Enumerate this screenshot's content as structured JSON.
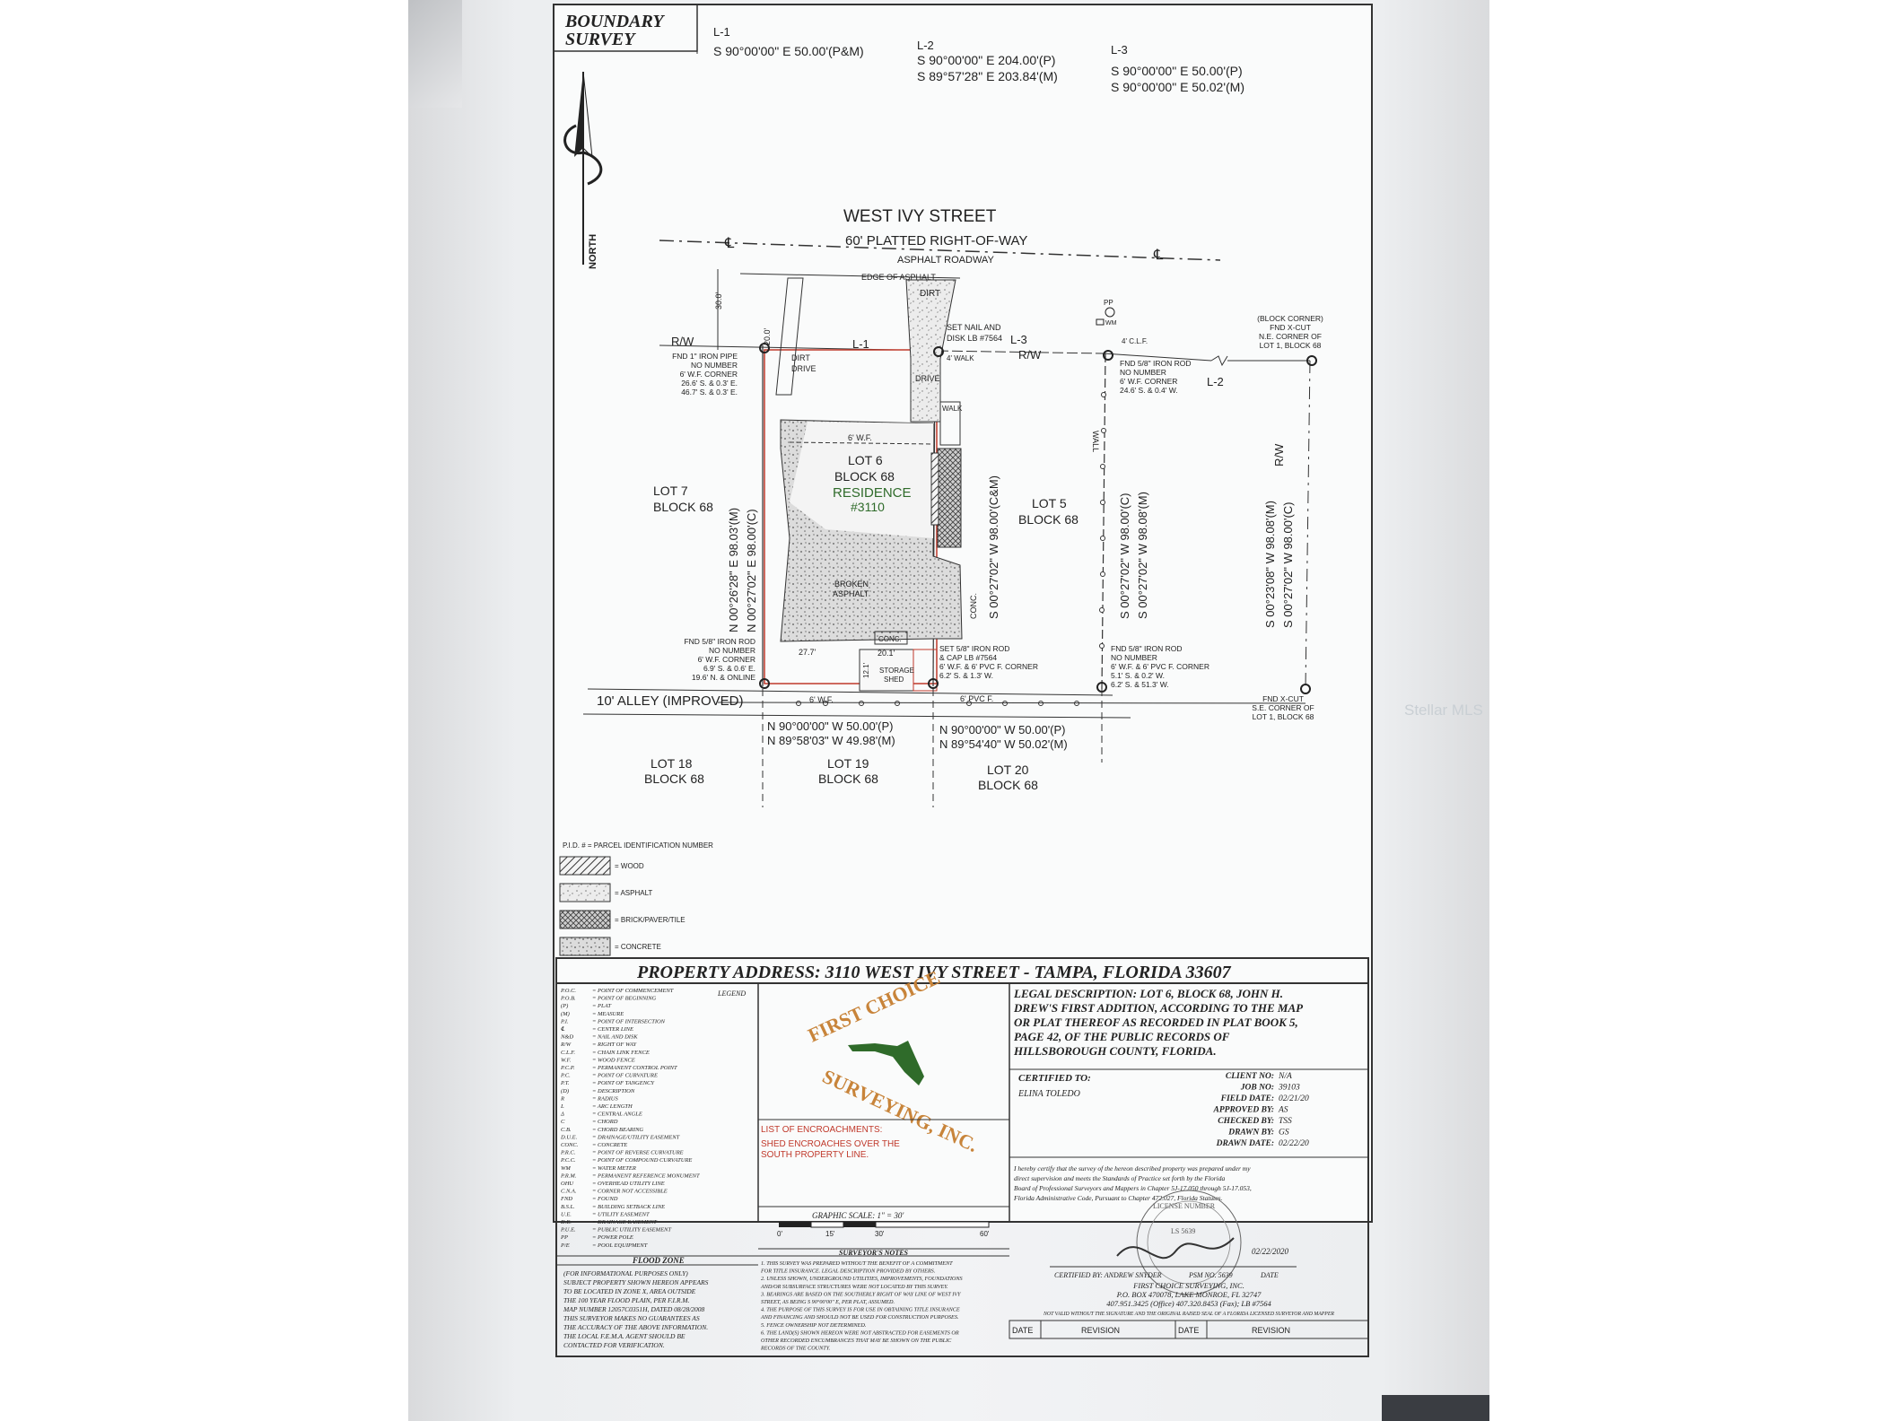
{
  "title_block": {
    "line1": "BOUNDARY",
    "line2": "SURVEY"
  },
  "courses": {
    "l1": {
      "label": "L-1",
      "plat": "S 90°00'00\" E  50.00'(P&M)"
    },
    "l2": {
      "label": "L-2",
      "plat": "S 90°00'00\" E  204.00'(P)",
      "meas": "S 89°57'28\" E  203.84'(M)"
    },
    "l3": {
      "label": "L-3",
      "plat": "S 90°00'00\" E  50.00'(P)",
      "meas": "S 90°00'00\" E  50.02'(M)"
    }
  },
  "north_label": "NORTH",
  "street": {
    "name": "WEST IVY STREET",
    "row": "60' PLATTED RIGHT-OF-WAY",
    "road": "ASPHALT ROADWAY",
    "edge": "EDGE OF ASPHALT"
  },
  "plan_labels": {
    "dirt": "DIRT",
    "dirt_drive": "DIRT\nDRIVE",
    "drive": "DRIVE",
    "walk": "WALK",
    "walk2": "4' WALK",
    "rw": "R/W",
    "l1": "L-1",
    "l2": "L-2",
    "l3": "L-3",
    "dim30": "30.0'",
    "dim20": "20.0'",
    "set_nail": "SET NAIL AND\nDISK LB #7564",
    "fnd_pipe": "FND 1\" IRON PIPE\nNO NUMBER\n6' W.F. CORNER\n26.6' S. & 0.3' E.\n46.7' S. & 0.3' E.",
    "fnd_rod_ne": "FND 5/8\" IRON ROD\nNO NUMBER\n6' W.F. CORNER\n24.6' S. & 0.4' W.",
    "block_corner": "(BLOCK CORNER)\nFND X-CUT\nN.E. CORNER OF\nLOT 1, BLOCK 68",
    "pp": "PP",
    "wm": "WM",
    "clf": "4' C.L.F.",
    "wall": "WALL",
    "wf": "6' W.F.",
    "conc": "CONC.",
    "broken_asphalt": "BROKEN\nASPHALT",
    "lot6": "LOT 6",
    "block6": "BLOCK 68",
    "residence": "RESIDENCE",
    "res_num": "#3110",
    "lot7": "LOT 7",
    "block7": "BLOCK 68",
    "lot5": "LOT 5",
    "block5": "BLOCK 68",
    "west_line_m": "N 00°26'28\" E   98.03'(M)",
    "west_line_c": "N 00°27'02\" E   98.00'(C)",
    "center_line": "S 00°27'02\" W   98.00'(C&M)",
    "east_line_c": "S 00°27'02\" W   98.00'(C)",
    "east_line_m": "S 00°27'02\" W   98.08'(M)",
    "far_east_m": "S 00°23'08\" W   98.08'(M)",
    "far_east_c": "S 00°27'02\" W   98.00'(C)",
    "dim277": "27.7'",
    "dim201": "20.1'",
    "dim121": "12.1'",
    "shed": "STORAGE\nSHED",
    "fnd_rod_sw": "FND 5/8\" IRON ROD\nNO NUMBER\n6' W.F. CORNER\n6.9' S. & 0.6' E.\n19.6' N. & ONLINE",
    "set_rod": "SET 5/8\" IRON ROD\n& CAP LB #7564\n6' W.F. & 6' PVC F. CORNER\n6.2' S. & 1.3' W.",
    "fnd_rod_se": "FND 5/8\" IRON ROD\nNO NUMBER\n6' W.F. & 6' PVC F. CORNER\n5.1' S. & 0.2' W.\n6.2' S. & 51.3' W.",
    "xcut_se": "FND X-CUT\nS.E. CORNER OF\nLOT 1, BLOCK 68",
    "alley": "10' ALLEY (IMPROVED)",
    "pvc": "6' PVC F.",
    "south_p1": "N 90°00'00\" W 50.00'(P)",
    "south_m1": "N 89°58'03\" W 49.98'(M)",
    "south_p2": "N 90°00'00\" W 50.00'(P)",
    "south_m2": "N 89°54'40\" W 50.02'(M)",
    "lot18": "LOT 18",
    "lot19": "LOT 19",
    "lot20": "LOT 20",
    "block68": "BLOCK 68"
  },
  "material_legend": {
    "pid": "P.I.D. # = PARCEL IDENTIFICATION NUMBER",
    "items": [
      "= WOOD",
      "= ASPHALT",
      "= BRICK/PAVER/TILE",
      "= CONCRETE"
    ]
  },
  "address": "PROPERTY ADDRESS: 3110 WEST IVY STREET - TAMPA, FLORIDA 33607",
  "abbrev_title": "LEGEND",
  "abbreviations": [
    [
      "P.O.C.",
      "= POINT OF COMMENCEMENT"
    ],
    [
      "P.O.B.",
      "= POINT OF BEGINNING"
    ],
    [
      "(P)",
      "= PLAT"
    ],
    [
      "(M)",
      "= MEASURE"
    ],
    [
      "P.I.",
      "= POINT OF INTERSECTION"
    ],
    [
      "℄",
      "= CENTER LINE"
    ],
    [
      "N&D",
      "= NAIL AND DISK"
    ],
    [
      "R/W",
      "= RIGHT OF WAY"
    ],
    [
      "C.L.F.",
      "= CHAIN LINK FENCE"
    ],
    [
      "W.F.",
      "= WOOD FENCE"
    ],
    [
      "P.C.P.",
      "= PERMANENT CONTROL POINT"
    ],
    [
      "P.C.",
      "= POINT OF CURVATURE"
    ],
    [
      "P.T.",
      "= POINT OF TANGENCY"
    ],
    [
      "(D)",
      "= DESCRIPTION"
    ],
    [
      "R",
      "= RADIUS"
    ],
    [
      "L",
      "= ARC LENGTH"
    ],
    [
      "Δ",
      "= CENTRAL ANGLE"
    ],
    [
      "C",
      "= CHORD"
    ],
    [
      "C.B.",
      "= CHORD BEARING"
    ],
    [
      "D.U.E.",
      "= DRAINAGE/UTILITY EASEMENT"
    ],
    [
      "CONC.",
      "= CONCRETE"
    ],
    [
      "P.R.C.",
      "= POINT OF REVERSE CURVATURE"
    ],
    [
      "P.C.C.",
      "= POINT OF COMPOUND CURVATURE"
    ],
    [
      "WM",
      "= WATER METER"
    ],
    [
      "P.R.M.",
      "= PERMANENT REFERENCE MONUMENT"
    ],
    [
      "OHU",
      "= OVERHEAD UTILITY LINE"
    ],
    [
      "C.N.A.",
      "= CORNER NOT ACCESSIBLE"
    ],
    [
      "FND",
      "= FOUND"
    ],
    [
      "B.S.L.",
      "= BUILDING SETBACK LINE"
    ],
    [
      "U.E.",
      "= UTILITY EASEMENT"
    ],
    [
      "D.E.",
      "= DRAINAGE EASEMENT"
    ],
    [
      "P.U.E.",
      "= PUBLIC UTILITY EASEMENT"
    ],
    [
      "PP",
      "= POWER POLE"
    ],
    [
      "P/E",
      "= POOL EQUIPMENT"
    ]
  ],
  "flood": {
    "title": "FLOOD ZONE",
    "lines": [
      "(FOR INFORMATIONAL PURPOSES ONLY)",
      "SUBJECT PROPERTY SHOWN HEREON APPEARS",
      "TO BE LOCATED IN ZONE X, AREA OUTSIDE",
      "THE 100 YEAR FLOOD PLAIN, PER F.I.R.M.",
      "MAP NUMBER 12057C0351H, DATED 08/28/2008",
      "THIS SURVEYOR MAKES NO GUARANTEES AS",
      "THE ACCURACY OF THE ABOVE INFORMATION.",
      "THE LOCAL F.E.M.A. AGENT SHOULD BE",
      "CONTACTED FOR VERIFICATION."
    ]
  },
  "logo": {
    "word1": "FIRST CHOICE",
    "word2": "SURVEYING, INC.",
    "color": "#c8843a",
    "map_color": "#2f6b2a"
  },
  "encroachments": {
    "title": "LIST OF ENCROACHMENTS:",
    "lines": [
      "SHED ENCROACHES OVER THE",
      "SOUTH PROPERTY LINE."
    ],
    "color": "#c0392b"
  },
  "scale": {
    "label": "GRAPHIC SCALE: 1\" = 30'",
    "ticks": [
      "0'",
      "15'",
      "30'",
      "60'"
    ]
  },
  "surveyor_notes": {
    "title": "SURVEYOR'S NOTES",
    "lines": [
      "1. THIS SURVEY WAS PREPARED WITHOUT THE BENEFIT OF A COMMITMENT",
      "FOR TITLE INSURANCE. LEGAL DESCRIPTION PROVIDED BY OTHERS.",
      "2. UNLESS SHOWN, UNDERGROUND UTILITIES, IMPROVEMENTS, FOUNDATIONS",
      "AND/OR SUBSURFACE STRUCTURES WERE NOT LOCATED BY THIS SURVEY.",
      "3. BEARINGS ARE BASED ON THE SOUTHERLY RIGHT OF WAY LINE OF WEST IVY",
      "STREET, AS BEING S 90°00'00\" E, PER PLAT, ASSUMED.",
      "4. THE PURPOSE OF THIS SURVEY IS FOR USE IN OBTAINING TITLE INSURANCE",
      "AND FINANCING AND SHOULD NOT BE USED FOR CONSTRUCTION PURPOSES.",
      "5. FENCE OWNERSHIP NOT DETERMINED.",
      "6. THE LAND(S) SHOWN HEREON WERE NOT ABSTRACTED FOR EASEMENTS OR",
      "OTHER RECORDED ENCUMBRANCES THAT MAY BE SHOWN ON THE PUBLIC",
      "RECORDS OF THE COUNTY."
    ]
  },
  "legal": {
    "lines": [
      "LEGAL DESCRIPTION:  LOT 6, BLOCK 68, JOHN H.",
      "DREW'S FIRST ADDITION, ACCORDING TO THE MAP",
      "OR PLAT THEREOF AS RECORDED IN PLAT BOOK 5,",
      "PAGE 42, OF THE PUBLIC RECORDS OF",
      "HILLSBOROUGH COUNTY, FLORIDA."
    ]
  },
  "certified": {
    "label": "CERTIFIED TO:",
    "name": "ELINA TOLEDO"
  },
  "job_info": [
    [
      "CLIENT NO:",
      "N/A"
    ],
    [
      "JOB NO:",
      "39103"
    ],
    [
      "FIELD DATE:",
      "02/21/20"
    ],
    [
      "APPROVED BY:",
      "AS"
    ],
    [
      "CHECKED BY:",
      "TSS"
    ],
    [
      "DRAWN BY:",
      "GS"
    ],
    [
      "DRAWN DATE:",
      "02/22/20"
    ]
  ],
  "certification": {
    "lines": [
      "I hereby certify that the survey of the hereon described property was prepared under my",
      "direct supervision and meets the Standards of Practice set forth by the Florida",
      "Board of Professional Surveyors and Mappers in Chapter 5J-17.050 through 5J-17.053,",
      "Florida Administrative Code, Pursuant to Chapter 472.027, Florida Statutes."
    ]
  },
  "seal": {
    "top": "LICENSE NUMBER",
    "num": "LS 5639"
  },
  "signature": {
    "date": "02/22/2020",
    "by": "CERTIFIED BY: ANDREW SNYDER",
    "psm": "PSM NO. 5639",
    "date_label": "DATE"
  },
  "company": {
    "lines": [
      "FIRST CHOICE SURVEYING, INC.",
      "P.O. BOX 470078, LAKE MONROE, FL 32747",
      "407.951.3425 (Office) 407.320.8453 (Fax); LB #7564",
      "NOT VALID WITHOUT THE SIGNATURE AND THE ORIGINAL RAISED SEAL OF A FLORIDA LICENSED SURVEYOR AND MAPPER"
    ]
  },
  "revision_headers": [
    "DATE",
    "REVISION",
    "DATE",
    "REVISION"
  ],
  "watermark": "Stellar MLS"
}
